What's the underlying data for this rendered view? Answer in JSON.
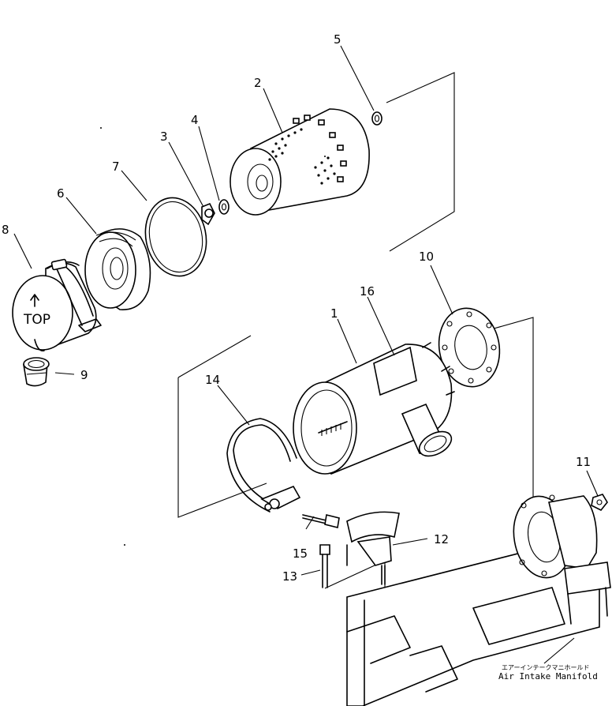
{
  "part_labels": {
    "p1": "1",
    "p2": "2",
    "p3": "3",
    "p4": "4",
    "p5": "5",
    "p6": "6",
    "p7": "7",
    "p8": "8",
    "p9": "9",
    "p10": "10",
    "p11": "11",
    "p12": "12",
    "p13": "13",
    "p14": "14",
    "p15": "15",
    "p16": "16"
  },
  "cap_text": "TOP",
  "manifold_caption": {
    "japanese": "エアーインテークマニホールド",
    "english": "Air Intake Manifold"
  }
}
